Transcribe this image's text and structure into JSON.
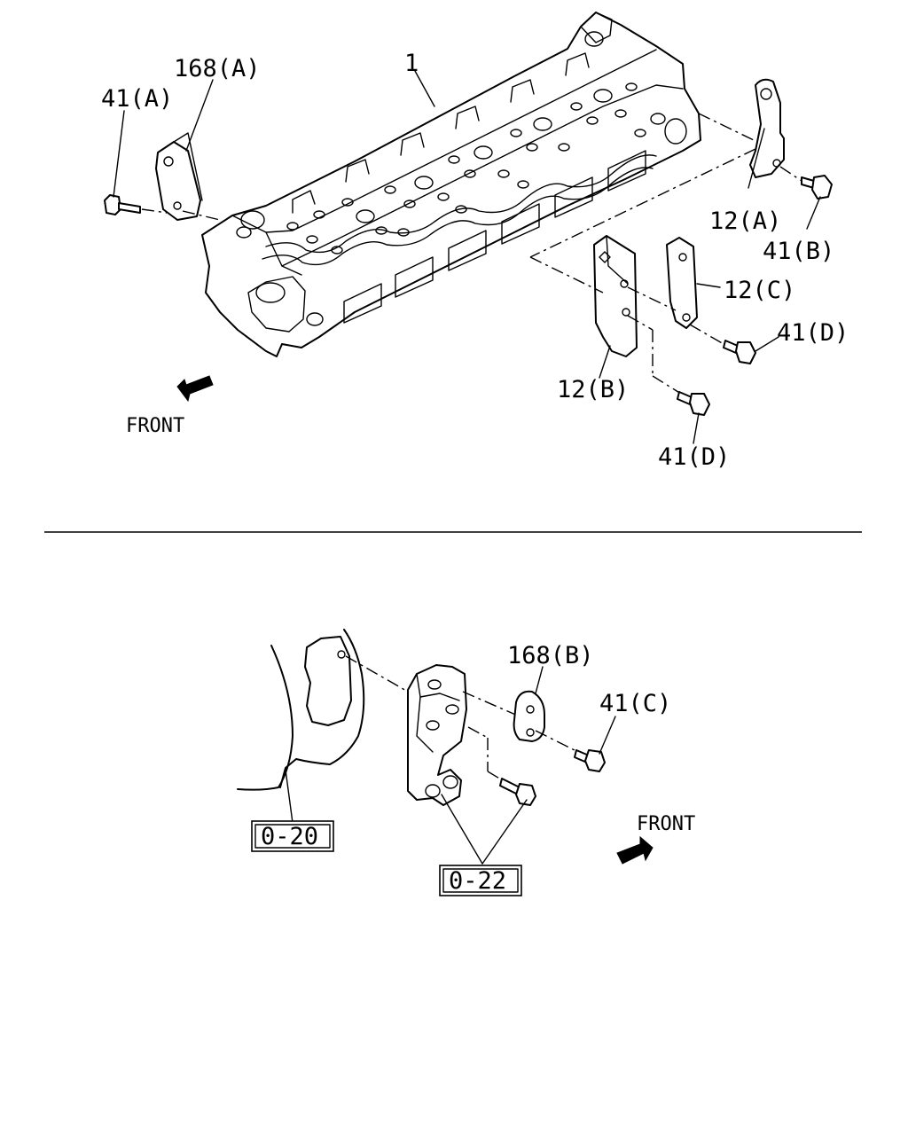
{
  "labels": {
    "cylinder_head": "1",
    "bracket_168a": "168(A)",
    "bolt_41a": "41(A)",
    "bracket_12a": "12(A)",
    "bolt_41b": "41(B)",
    "bracket_12c": "12(C)",
    "bolt_41d_right": "41(D)",
    "bracket_12b": "12(B)",
    "bolt_41d_bottom": "41(D)",
    "front_top": "FRONT",
    "bracket_168b": "168(B)",
    "bolt_41c": "41(C)",
    "ref_0_20": "0-20",
    "ref_0_22": "0-22",
    "front_bottom": "FRONT"
  }
}
